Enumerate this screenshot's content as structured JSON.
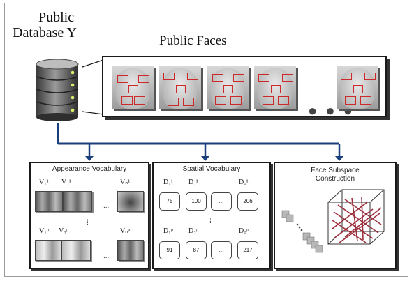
{
  "database": {
    "title_line1": "Public",
    "title_line2": "Database Y"
  },
  "faces": {
    "title": "Public Faces",
    "ellipsis": "● ● ●"
  },
  "appearance": {
    "title": "Appearance Vocabulary",
    "row1": {
      "first": "V₁¹",
      "second": "V₂¹",
      "last": "Vₙ¹"
    },
    "row2": {
      "first": "V₁ᵖ",
      "second": "V₂ᵖ",
      "last": "Vₙᵖ"
    },
    "ellipsis": "...",
    "vdots": "⁞"
  },
  "spatial": {
    "title": "Spatial Vocabulary",
    "row1": {
      "labels": [
        "D₁¹",
        "D₂¹",
        "Dᵩ¹"
      ],
      "values": [
        "75",
        "100",
        "...",
        "206"
      ]
    },
    "row2": {
      "labels": [
        "D₁ᵖ",
        "D₂ᵖ",
        "Dᵩᵖ"
      ],
      "values": [
        "91",
        "87",
        "...",
        "217"
      ]
    },
    "vdots": "⁞"
  },
  "subspace": {
    "title_line1": "Face Subspace",
    "title_line2": "Construction"
  }
}
